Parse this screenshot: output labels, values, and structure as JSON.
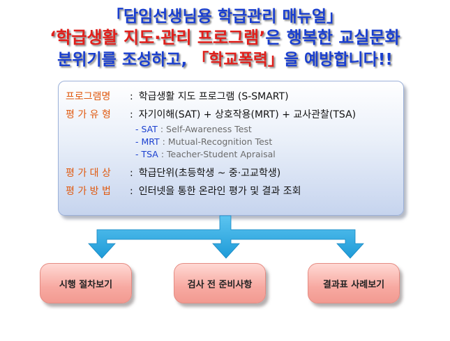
{
  "headline": {
    "line1": "「담임선생님용 학급관리 매뉴얼」",
    "line2_red": "‘학급생활 지도·관리 프로그램’",
    "line2_blue": "은 행복한 교실문화",
    "line3_part1": "분위기를 조성하고, ",
    "line3_red": "「학교폭력」",
    "line3_part2": "을 예방합니다!!"
  },
  "info": {
    "program_label": "프로그램명",
    "program_value": "학급생활 지도 프로그램 (S-SMART)",
    "eval_type_label": "평 가 유 형",
    "eval_type_value": "자기이해(SAT) + 상호작용(MRT) + 교사관찰(TSA)",
    "sub_items": [
      {
        "abbr": "- SAT",
        "desc": " : Self-Awareness Test"
      },
      {
        "abbr": "- MRT",
        "desc": " : Mutual-Recognition Test"
      },
      {
        "abbr": "- TSA",
        "desc": " : Teacher-Student Apraisal"
      }
    ],
    "target_label": "평 가 대 상",
    "target_value": "학급단위(초등학생 ~ 중·고교학생)",
    "method_label": "평 가 방 법",
    "method_value": "인터넷을 통한 온라인 평가 및 결과 조회",
    "colon": ":"
  },
  "buttons": {
    "procedure": "시행 절차보기",
    "preparation": "검사 전 준비사항",
    "results": "결과표 사례보기"
  },
  "colors": {
    "headline_blue": "#1a3fcf",
    "headline_red": "#e0201c",
    "label_orange": "#e05a10",
    "connector_blue": "#2aa7e0",
    "button_pink": "#f7a9a1"
  }
}
